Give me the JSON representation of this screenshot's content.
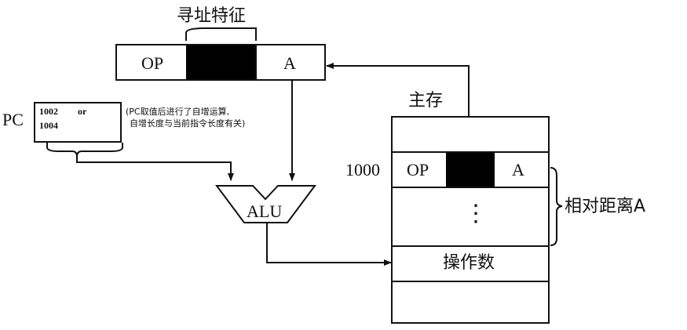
{
  "top_instruction": {
    "title": "寻址特征",
    "op": "OP",
    "addr": "A"
  },
  "pc": {
    "label": "PC",
    "value_line1": "1002",
    "or_word": "or",
    "value_line2": "1004",
    "note_line1": "(PC取值后进行了自增运算,",
    "note_line2": "自增长度与当前指令长度有关)"
  },
  "alu": {
    "label": "ALU"
  },
  "memory": {
    "title": "主存",
    "row_address": "1000",
    "op": "OP",
    "addr": "A",
    "ellipsis": "⋮",
    "operand": "操作数",
    "offset_label": "相对距离A"
  },
  "colors": {
    "line": "#111111",
    "fill": "#000000",
    "background": "#ffffff"
  }
}
